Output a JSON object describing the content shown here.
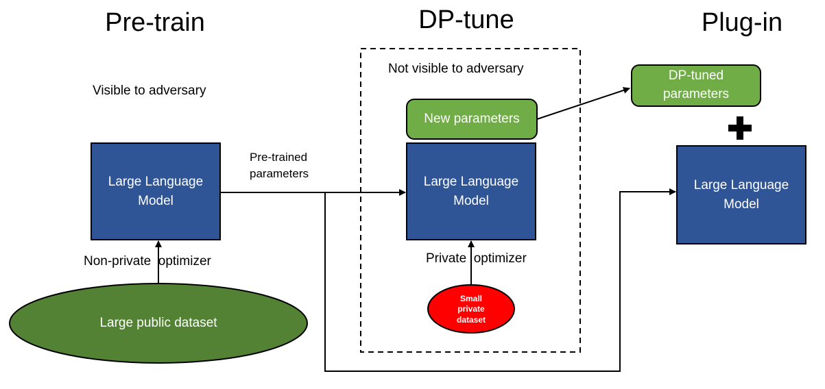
{
  "stages": {
    "pretrain_title": "Pre-train",
    "dptune_title": "DP-tune",
    "plugin_title": "Plug-in"
  },
  "pretrain": {
    "visibility_label": "Visible to adversary",
    "model_label": "Large Language Model",
    "optimizer_label": "Non-private  optimizer",
    "dataset_label": "Large public dataset",
    "output_label": "Pre-trained parameters"
  },
  "dptune": {
    "visibility_label": "Not visible to adversary",
    "new_params_label": "New parameters",
    "model_label": "Large Language Model",
    "optimizer_label": "Private  optimizer",
    "dataset_label": "Small private dataset"
  },
  "plugin": {
    "tuned_params_label": "DP-tuned parameters",
    "plus_symbol": "+",
    "model_label": "Large Language Model"
  },
  "colors": {
    "model_fill": "#2f5597",
    "param_fill": "#70ad47",
    "public_dataset_fill": "#548235",
    "private_dataset_fill": "#ff0000"
  }
}
